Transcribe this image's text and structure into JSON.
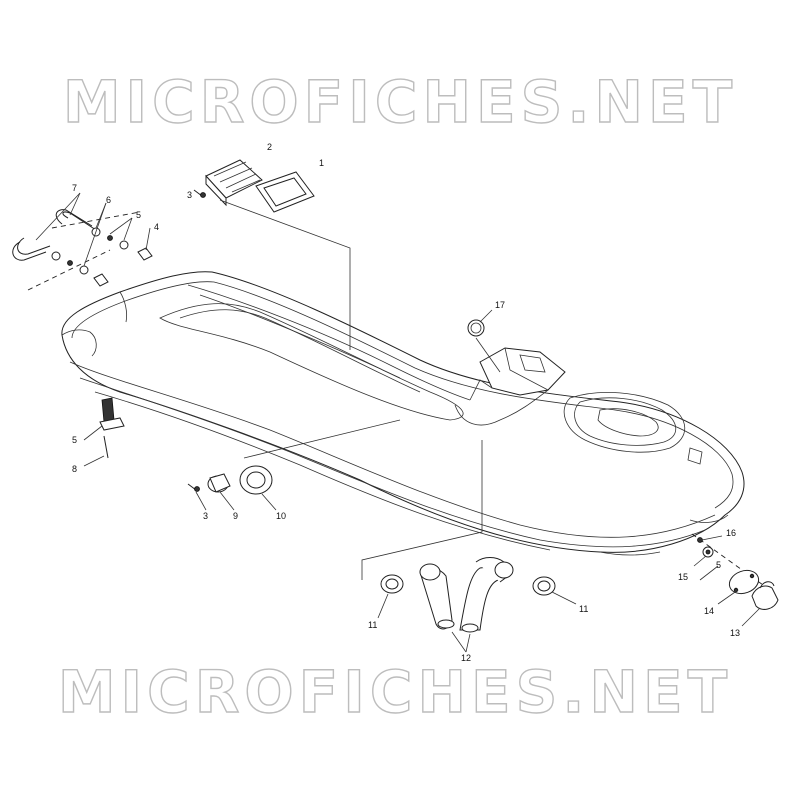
{
  "watermarks": {
    "top": "MICROFICHES.NET",
    "bottom": "MICROFICHES.NET"
  },
  "callouts": {
    "n1": "1",
    "n2": "2",
    "n3_top": "3",
    "n4": "4",
    "n5_top": "5",
    "n6": "6",
    "n7": "7",
    "n5_left": "5",
    "n8": "8",
    "n3_mid": "3",
    "n9": "9",
    "n10": "10",
    "n11_left": "11",
    "n12": "12",
    "n11_right": "11",
    "n17": "17",
    "n16": "16",
    "n5_right": "5",
    "n15": "15",
    "n14": "14",
    "n13": "13"
  },
  "colors": {
    "line": "#222222",
    "watermark_outline": "#bdbdbd",
    "background": "#ffffff"
  }
}
